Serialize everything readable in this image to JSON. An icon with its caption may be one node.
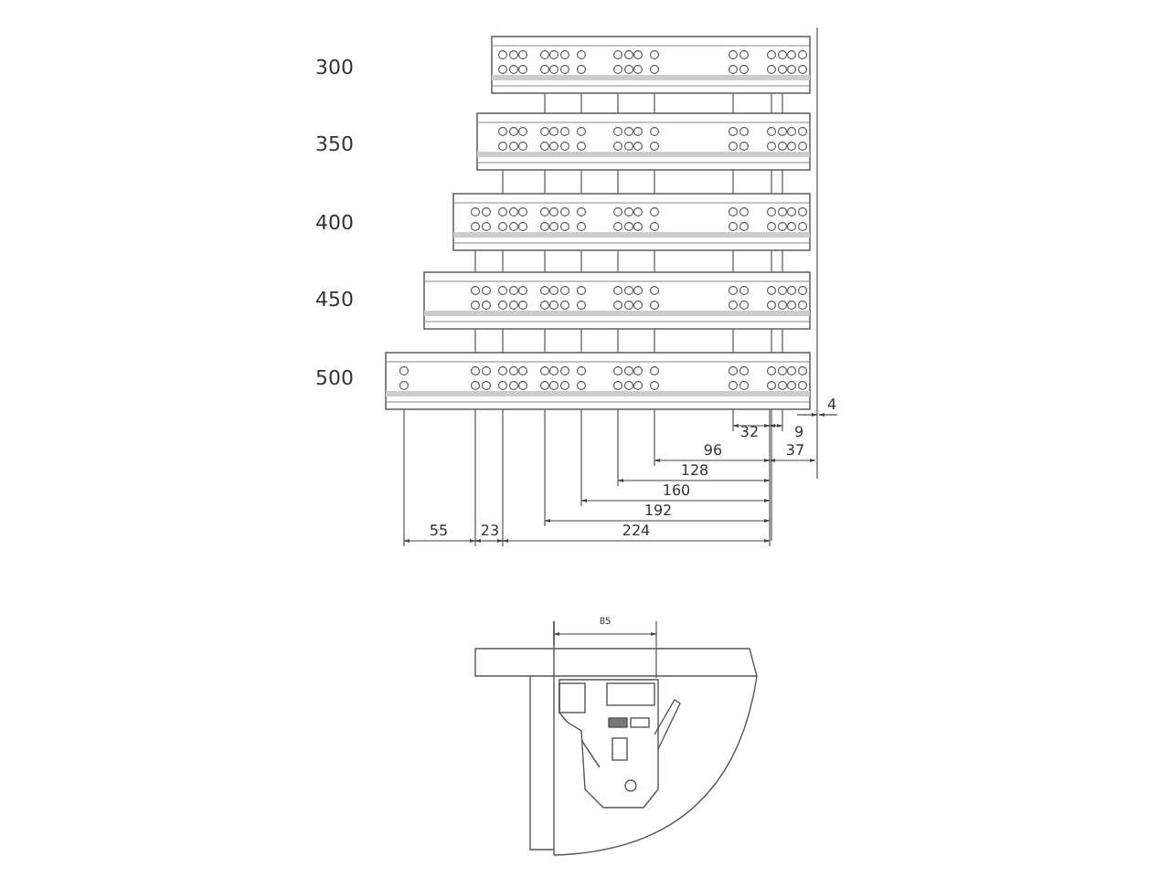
{
  "diagram": {
    "labels": [
      "300",
      "350",
      "400",
      "450",
      "500",
      "32",
      "9",
      "96",
      "37",
      "4",
      "128",
      "160",
      "192",
      "55",
      "23",
      "224",
      "85"
    ]
  }
}
